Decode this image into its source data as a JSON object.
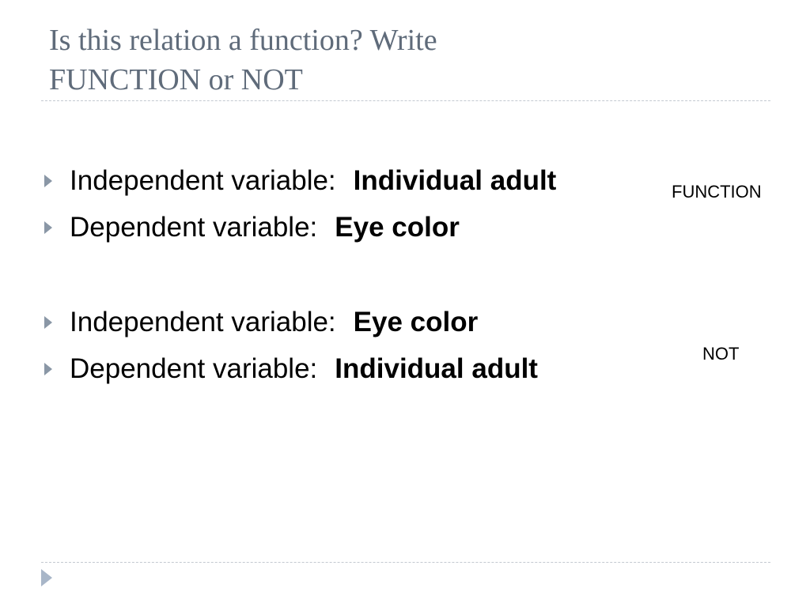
{
  "slide": {
    "title_line1": "Is this relation a function?  Write",
    "title_line2": "FUNCTION or NOT",
    "groups": [
      {
        "items": [
          {
            "label": "Independent variable:",
            "value": "Individual adult"
          },
          {
            "label": "Dependent variable:",
            "value": "Eye color"
          }
        ],
        "answer": "FUNCTION"
      },
      {
        "items": [
          {
            "label": "Independent variable:",
            "value": "Eye color"
          },
          {
            "label": "Dependent variable:",
            "value": "Individual adult"
          }
        ],
        "answer": "NOT"
      }
    ]
  },
  "colors": {
    "title": "#5f6b7a",
    "bullet_arrow": "#8a97a6",
    "rule": "#c3c9d0",
    "nav_arrow": "#a8b6c8"
  },
  "icons": {
    "bullet": "triangle-right-icon",
    "nav": "play-arrow-icon"
  }
}
